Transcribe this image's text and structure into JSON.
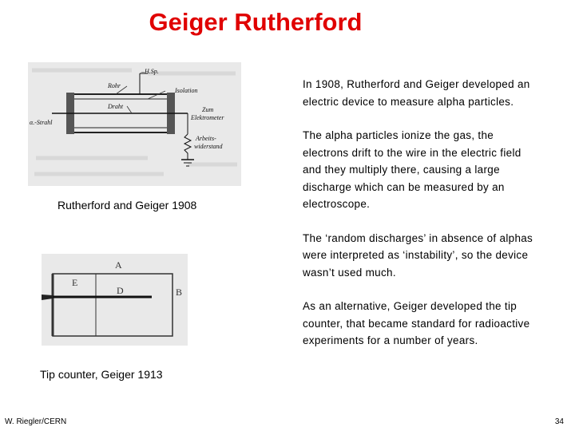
{
  "slide": {
    "title": "Geiger Rutherford",
    "figure1": {
      "caption": "Rutherford and Geiger 1908",
      "labels": {
        "hv": "–H.Sp.",
        "rohr": "Rohr",
        "isolation": "Isolation",
        "draht": "Draht",
        "zum": "Zum",
        "elektrometer": "Elektrometer",
        "strahl": "α.-Strahl",
        "arbeits": "Arbeits-",
        "widerstand": "widerstand"
      }
    },
    "figure2": {
      "caption": "Tip counter, Geiger 1913",
      "labels": {
        "a": "A",
        "b": "B",
        "d": "D",
        "e": "E"
      }
    },
    "paragraphs": [
      "In 1908, Rutherford and Geiger developed an electric device to measure alpha particles.",
      "The alpha particles ionize the gas, the electrons drift to the wire in the electric field and they multiply there, causing a large discharge which can be measured by an electroscope.",
      "The ‘random discharges’ in absence of alphas were interpreted as ‘instability’, so the device wasn’t used much.",
      "As an alternative, Geiger developed the tip counter, that became standard for radioactive experiments for a number of years."
    ],
    "footer": {
      "author": "W. Riegler/CERN",
      "page": "34"
    }
  }
}
